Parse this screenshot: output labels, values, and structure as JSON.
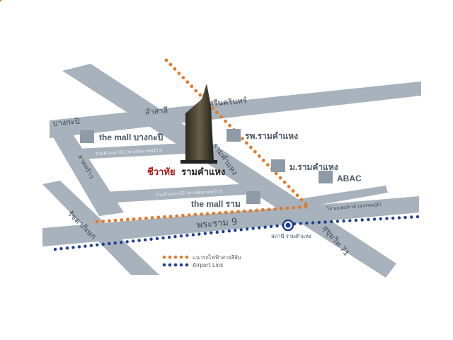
{
  "colors": {
    "road": "#a7b2bc",
    "orange_line": "#e07a2c",
    "airport_link": "#1f3f8c",
    "project_accent": "#b01818"
  },
  "roads": {
    "bangkapi": "บางกะปิ",
    "lamsali": "ลำสาลี",
    "srinakarin": "ศรีนครินทร์",
    "ram81": "รามคำแหง 81 (ทางลัดลาดพร้าว)",
    "ladprao": "ลาดพร้าว",
    "ramkhamhaeng": "รามคำแหง",
    "ram65": "รามคำแหง 65 (ทางลัดลาดพร้าว)",
    "rama9": "พระราม 9",
    "motorway": "ไป มอเตอร์เวย์ (สุวรรณภูมิ)",
    "ratchada": "รัชดาภิเษก",
    "sukhumvit71": "สุขุมวิท 71"
  },
  "landmarks": {
    "mall_bangkapi": "the mall บางกะปิ",
    "ram_hospital": "รพ.รามคำแหง",
    "ram_university": "ม.รามคำแหง",
    "abac": "ABAC",
    "mall_ram": "the mall ราม",
    "station": "สถานี รามคำแหง"
  },
  "project": {
    "name_red": "ชีวาทัย",
    "name_black": "รามคำแหง"
  },
  "legend": {
    "orange": "แนวรถไฟฟ้าสายสีส้ม",
    "blue": "Airport Link"
  }
}
